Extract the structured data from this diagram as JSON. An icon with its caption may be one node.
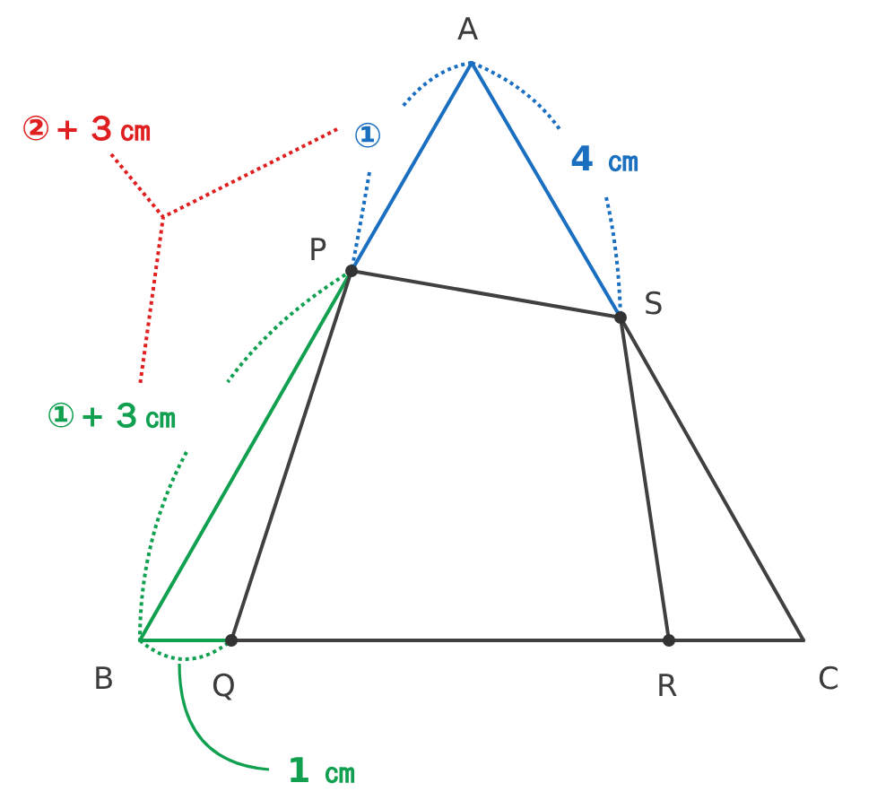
{
  "diagram": {
    "nodes": [
      {
        "text": [
          "A"
        ]
      },
      {
        "text": [
          "P"
        ]
      },
      {
        "text": [
          "S"
        ]
      },
      {
        "text": [
          "B"
        ]
      },
      {
        "text": [
          "Q"
        ]
      },
      {
        "text": [
          "R"
        ]
      },
      {
        "text": [
          "C"
        ]
      }
    ],
    "edges": [
      {
        "from": 0,
        "to": 1,
        "arrow": "none",
        "color": "#1a6fc0"
      },
      {
        "from": 0,
        "to": 2,
        "arrow": "none",
        "color": "#1a6fc0"
      },
      {
        "from": 1,
        "to": 3,
        "arrow": "none",
        "color": "#10a050"
      },
      {
        "from": 3,
        "to": 4,
        "arrow": "none",
        "color": "#10a050"
      },
      {
        "from": 4,
        "to": 5,
        "arrow": "none"
      },
      {
        "from": 5,
        "to": 6,
        "arrow": "none"
      },
      {
        "from": 1,
        "to": 2,
        "arrow": "none"
      },
      {
        "from": 1,
        "to": 4,
        "arrow": "none"
      },
      {
        "from": 2,
        "to": 5,
        "arrow": "none"
      },
      {
        "from": 2,
        "to": 6,
        "arrow": "none"
      }
    ],
    "labels": [
      "②＋３㎝",
      "①",
      "4 ㎝",
      "①＋３㎝",
      "1 ㎝"
    ]
  }
}
